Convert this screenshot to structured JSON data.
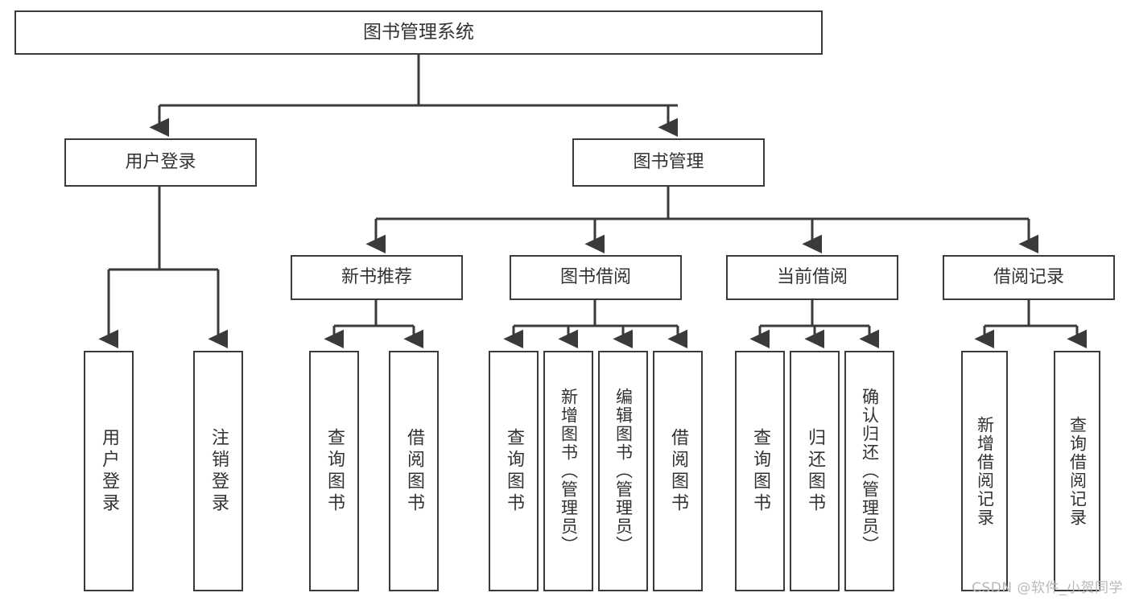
{
  "diagram": {
    "title_node": {
      "label": "图书管理系统"
    },
    "level1": [
      {
        "label": "用户登录"
      },
      {
        "label": "图书管理"
      }
    ],
    "level2": [
      {
        "label": "新书推荐"
      },
      {
        "label": "图书借阅"
      },
      {
        "label": "当前借阅"
      },
      {
        "label": "借阅记录"
      }
    ],
    "leaves": {
      "user_login": [
        {
          "label": "用户登录"
        },
        {
          "label": "注销登录"
        }
      ],
      "new_book_recommend": [
        {
          "label": "查询图书"
        },
        {
          "label": "借阅图书"
        }
      ],
      "book_borrow": [
        {
          "label": "查询图书"
        },
        {
          "label": "新增图书（管理员）"
        },
        {
          "label": "编辑图书（管理员）"
        },
        {
          "label": "借阅图书"
        }
      ],
      "current_borrow": [
        {
          "label": "查询图书"
        },
        {
          "label": "归还图书"
        },
        {
          "label": "确认归还（管理员）"
        }
      ],
      "borrow_record": [
        {
          "label": "新增借阅记录"
        },
        {
          "label": "查询借阅记录"
        }
      ]
    }
  },
  "watermark": {
    "text": "CSDN @软件_小贺同学"
  },
  "colors": {
    "stroke": "#3a3a3a",
    "text": "#333333",
    "background": "#ffffff",
    "watermark": "#b9b9b9"
  }
}
